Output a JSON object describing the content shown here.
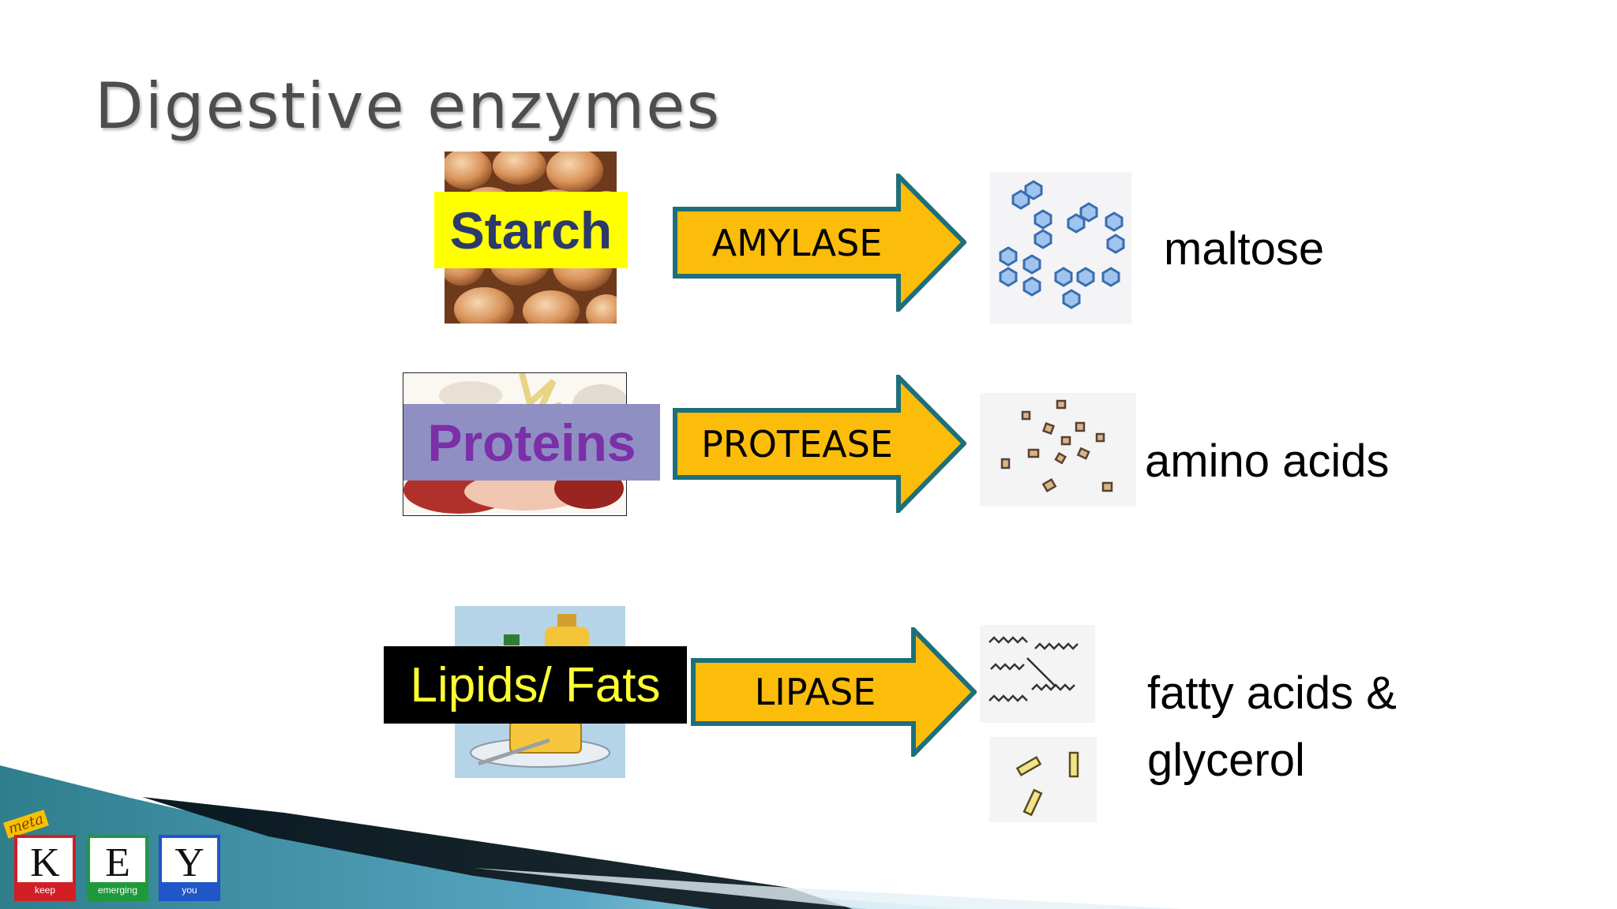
{
  "slide": {
    "title": "Digestive enzymes",
    "colors": {
      "arrow_fill": "#fbbc0a",
      "arrow_edge": "#1f6f7a",
      "title": "#4d4d4d"
    },
    "rows": [
      {
        "substrate": "Starch",
        "enzyme": "AMYLASE",
        "product": "maltose",
        "substrate_bg": "#ffff00",
        "substrate_color": "#2b3a6b",
        "image_icon": "potatoes-image",
        "product_icon": "maltose-molecules-image"
      },
      {
        "substrate": "Proteins",
        "enzyme": "PROTEASE",
        "product": "amino acids",
        "substrate_bg": "#8f8fc4",
        "substrate_color": "#7b2fa8",
        "image_icon": "meat-image",
        "product_icon": "amino-acid-particles-image"
      },
      {
        "substrate": "Lipids/ Fats",
        "enzyme": "LIPASE",
        "product_line1": "fatty acids &",
        "product_line2": "glycerol",
        "substrate_bg": "#000000",
        "substrate_color": "#ffff33",
        "image_icon": "oil-butter-image",
        "product_icon": "fatty-acid-chains-image"
      }
    ]
  },
  "logo": {
    "badge": "meta",
    "letters": [
      {
        "letter": "K",
        "caption": "keep",
        "color": "#d21f26"
      },
      {
        "letter": "E",
        "caption": "emerging",
        "color": "#1e9a3b"
      },
      {
        "letter": "Y",
        "caption": "you",
        "color": "#1f56c8"
      }
    ]
  }
}
